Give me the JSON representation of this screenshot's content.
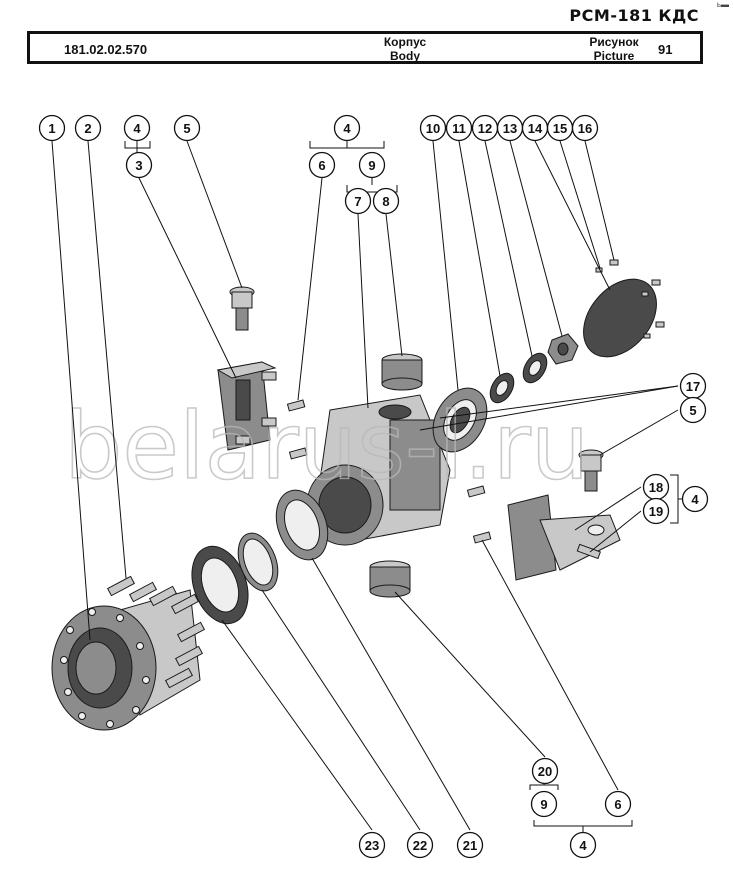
{
  "header": {
    "doc_title": "РСМ-181 КДС",
    "corner_mark": "ь▬",
    "part_code": "181.02.02.570",
    "name_ru": "Корпус",
    "name_en": "Body",
    "picture_ru": "Рисунок",
    "picture_en": "Picture",
    "picture_number": "91"
  },
  "watermark": "belarus-l.ru",
  "callouts": [
    {
      "id": "c1",
      "label": "1"
    },
    {
      "id": "c2",
      "label": "2"
    },
    {
      "id": "c4a",
      "label": "4"
    },
    {
      "id": "c3",
      "label": "3"
    },
    {
      "id": "c5a",
      "label": "5"
    },
    {
      "id": "c4b",
      "label": "4"
    },
    {
      "id": "c6a",
      "label": "6"
    },
    {
      "id": "c9a",
      "label": "9"
    },
    {
      "id": "c7",
      "label": "7"
    },
    {
      "id": "c8",
      "label": "8"
    },
    {
      "id": "c10",
      "label": "10"
    },
    {
      "id": "c11",
      "label": "11"
    },
    {
      "id": "c12",
      "label": "12"
    },
    {
      "id": "c13",
      "label": "13"
    },
    {
      "id": "c14",
      "label": "14"
    },
    {
      "id": "c15",
      "label": "15"
    },
    {
      "id": "c16",
      "label": "16"
    },
    {
      "id": "c17",
      "label": "17"
    },
    {
      "id": "c5b",
      "label": "5"
    },
    {
      "id": "c18",
      "label": "18"
    },
    {
      "id": "c4c",
      "label": "4"
    },
    {
      "id": "c19",
      "label": "19"
    },
    {
      "id": "c20",
      "label": "20"
    },
    {
      "id": "c9b",
      "label": "9"
    },
    {
      "id": "c6b",
      "label": "6"
    },
    {
      "id": "c4d",
      "label": "4"
    },
    {
      "id": "c23",
      "label": "23"
    },
    {
      "id": "c22",
      "label": "22"
    },
    {
      "id": "c21",
      "label": "21"
    }
  ]
}
